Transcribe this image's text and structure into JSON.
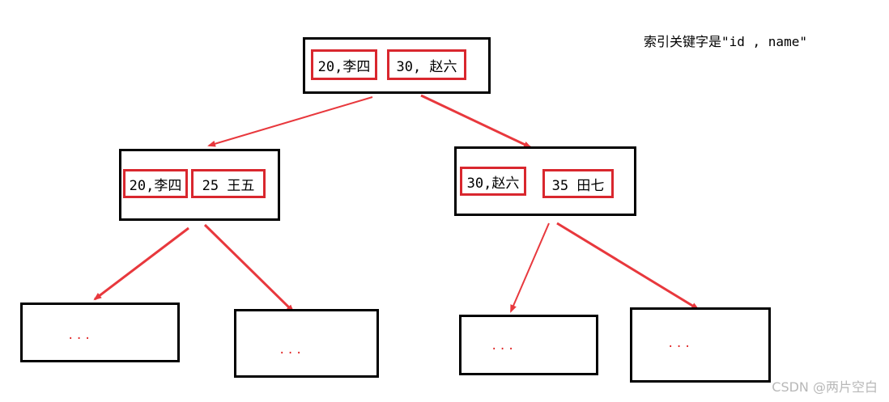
{
  "annotation": "索引关键字是\"id , name\"",
  "watermark": "CSDN @两片空白",
  "root": {
    "keys": [
      "20,李四",
      "30, 赵六"
    ]
  },
  "left_child": {
    "keys": [
      "20,李四",
      "25 王五"
    ]
  },
  "right_child": {
    "keys": [
      "30,赵六",
      "35 田七"
    ]
  },
  "leaves": [
    "...",
    "...",
    "...",
    "..."
  ],
  "colors": {
    "arrow": "#e8383d",
    "key_border": "#d9272e",
    "node_border": "#000000",
    "ellipsis": "#e02020"
  }
}
